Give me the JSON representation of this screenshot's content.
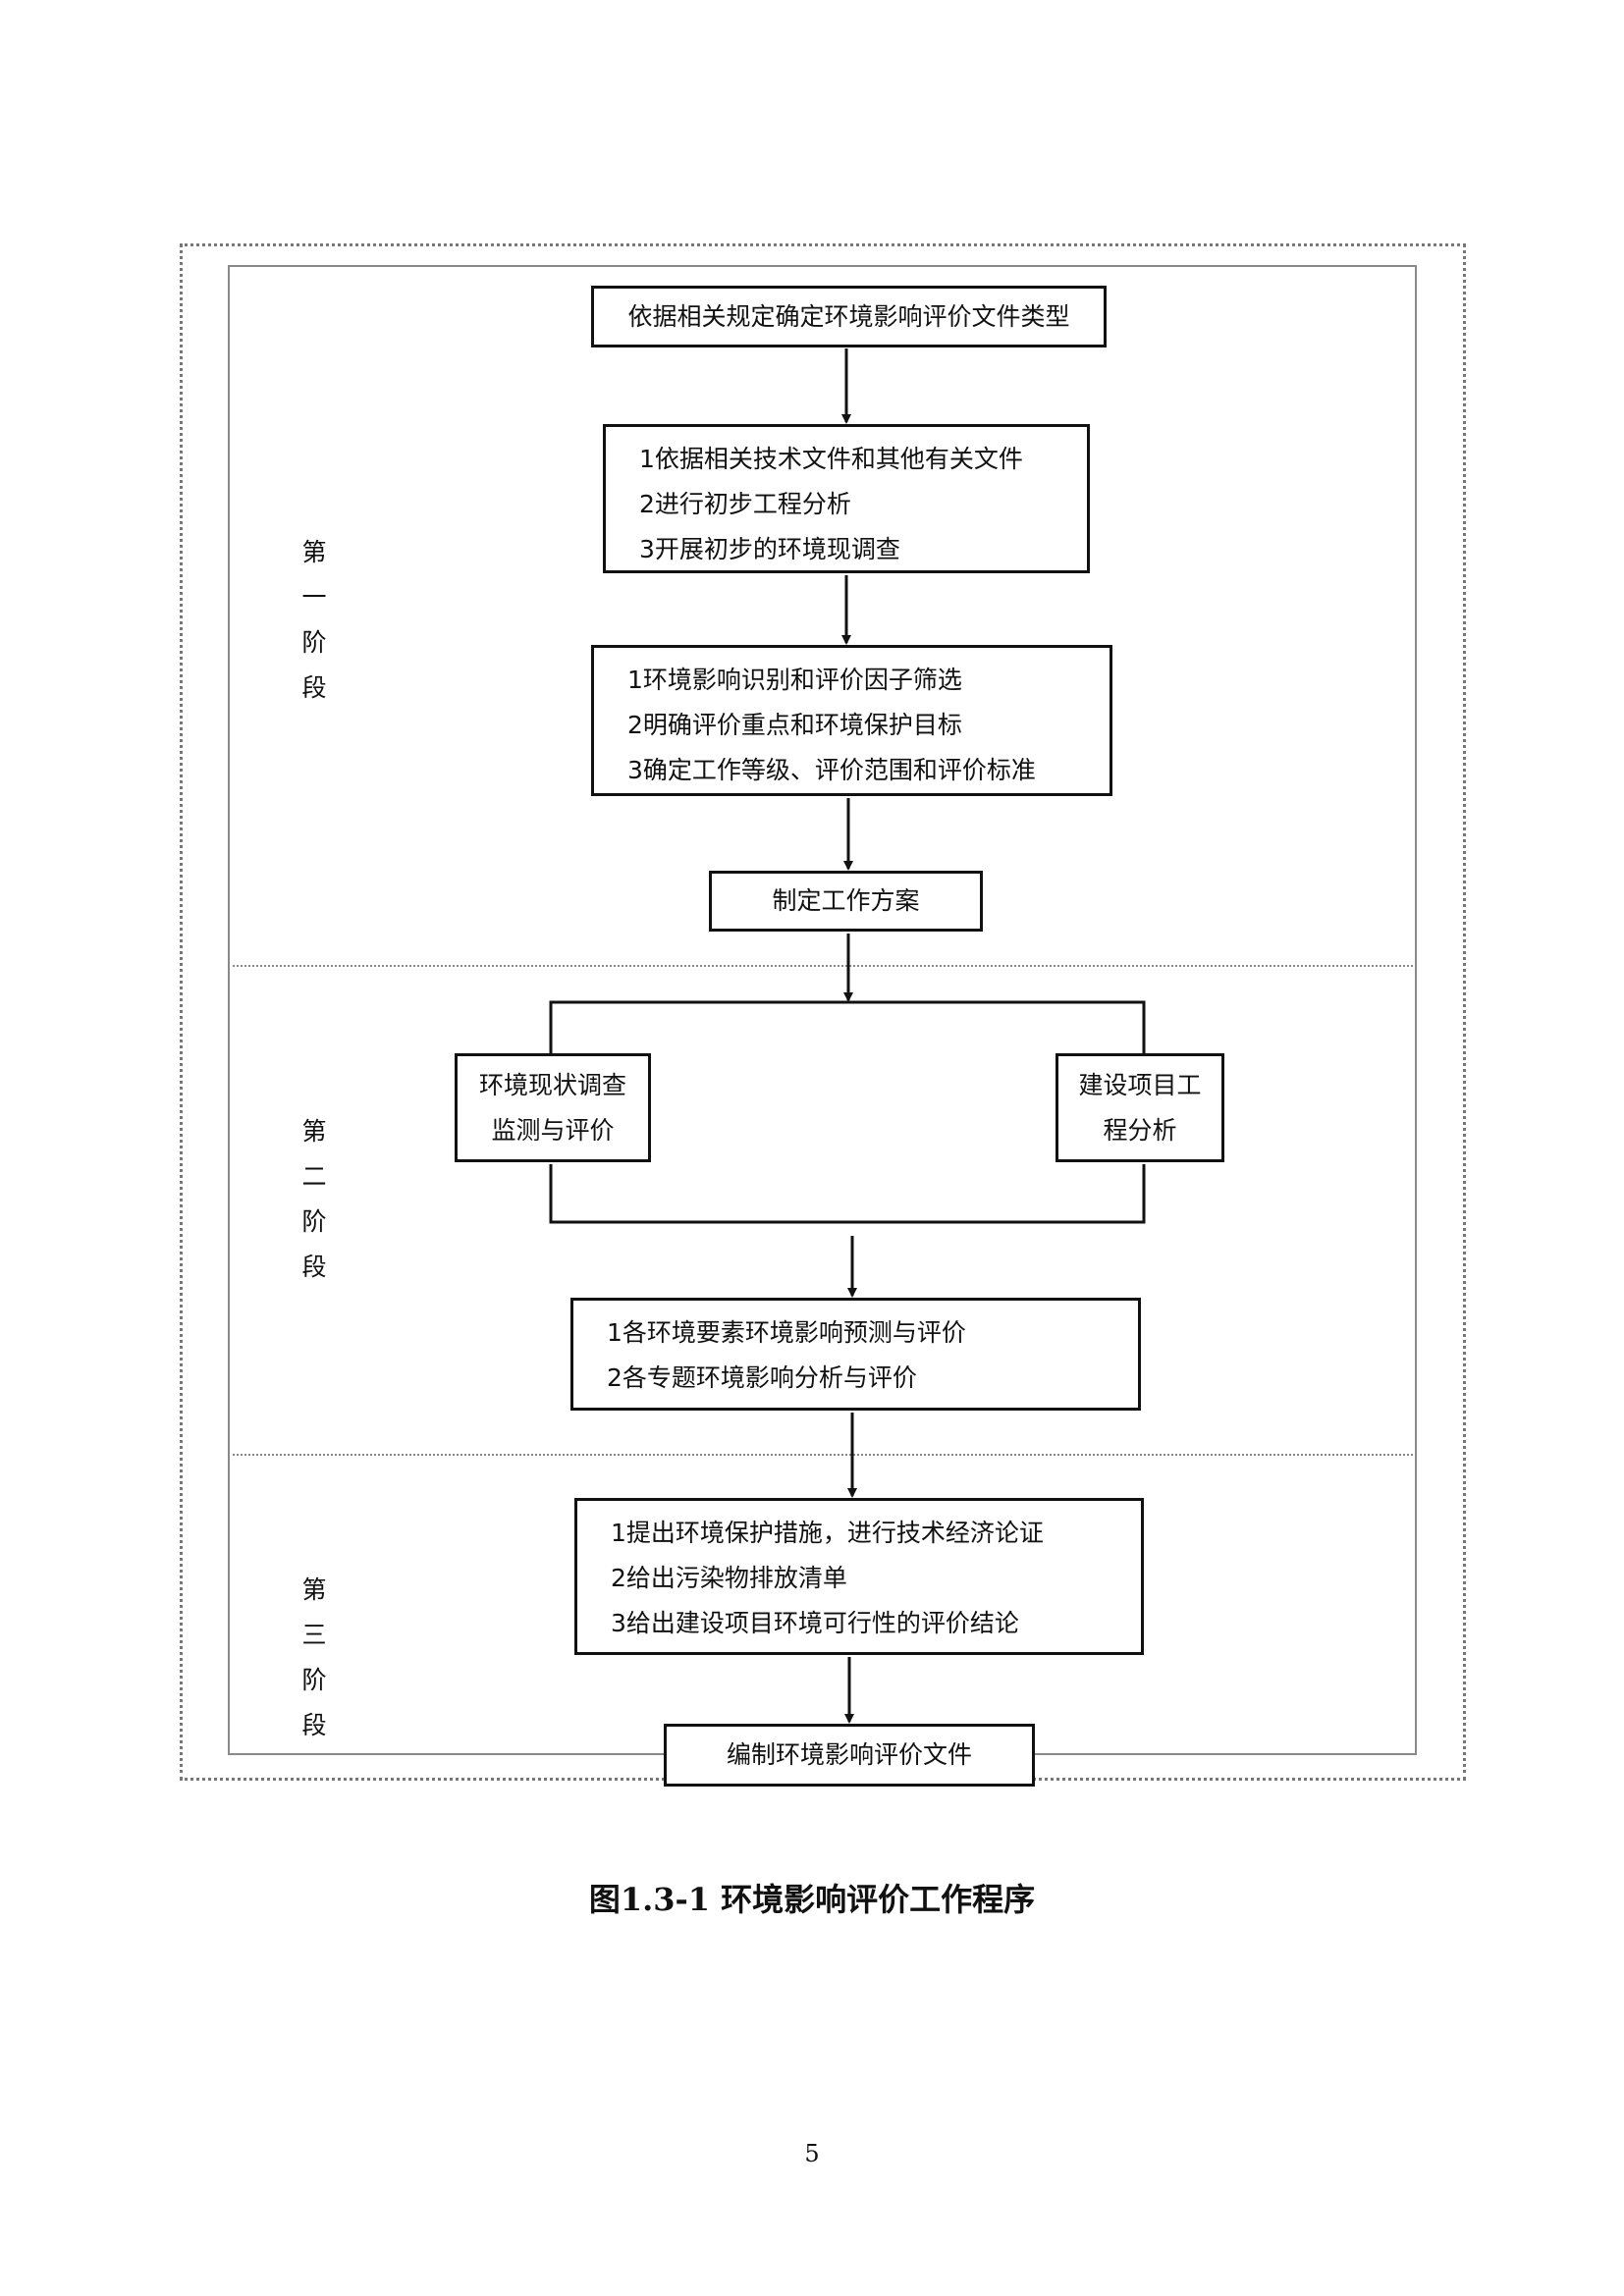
{
  "flowchart": {
    "stage_1": {
      "label": [
        "第",
        "一",
        "阶",
        "段"
      ]
    },
    "stage_2": {
      "label": [
        "第",
        "二",
        "阶",
        "段"
      ]
    },
    "stage_3": {
      "label": [
        "第",
        "三",
        "阶",
        "段"
      ]
    },
    "steps": {
      "determine_doc_type": "依据相关规定确定环境影响评价文件类型",
      "preliminary_work": [
        "1依据相关技术文件和其他有关文件",
        "2进行初步工程分析",
        "3开展初步的环境现调查"
      ],
      "identification": [
        "1环境影响识别和评价因子筛选",
        "2明确评价重点和环境保护目标",
        "3确定工作等级、评价范围和评价标准"
      ],
      "work_plan": "制定工作方案",
      "env_survey": [
        "环境现状调查",
        "监测与评价"
      ],
      "project_analysis": [
        "建设项目工",
        "程分析"
      ],
      "prediction": [
        "1各环境要素环境影响预测与评价",
        "2各专题环境影响分析与评价"
      ],
      "measures": [
        "1提出环境保护措施，进行技术经济论证",
        "2给出污染物排放清单",
        "3给出建设项目环境可行性的评价结论"
      ],
      "compile_doc": "编制环境影响评价文件"
    }
  },
  "caption": "图1.3-1  环境影响评价工作程序",
  "page_number": "5"
}
